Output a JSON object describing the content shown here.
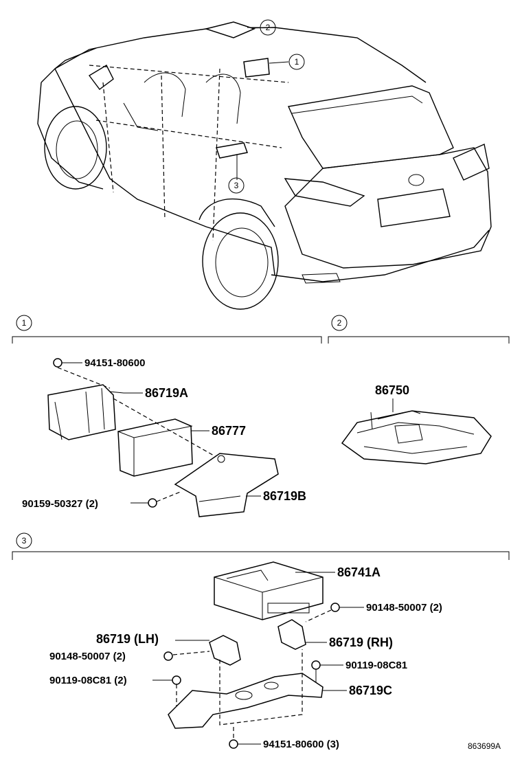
{
  "callouts": {
    "c1": "1",
    "c2": "2",
    "c3": "3"
  },
  "sections": {
    "s1": "1",
    "s2": "2",
    "s3": "3"
  },
  "labels": {
    "p94151_80600": "94151-80600",
    "p86719A": "86719A",
    "p86777": "86777",
    "p90159_50327": "90159-50327 (2)",
    "p86719B": "86719B",
    "p86750": "86750",
    "p86741A": "86741A",
    "p90148_50007_rh": "90148-50007 (2)",
    "p86719_lh": "86719 (LH)",
    "p86719_rh": "86719 (RH)",
    "p90148_50007_lh": "90148-50007 (2)",
    "p90119_08C81_rh": "90119-08C81",
    "p90119_08C81_lh": "90119-08C81 (2)",
    "p86719C": "86719C",
    "p94151_80600_3": "94151-80600 (3)"
  },
  "figure_ref": "863699A"
}
